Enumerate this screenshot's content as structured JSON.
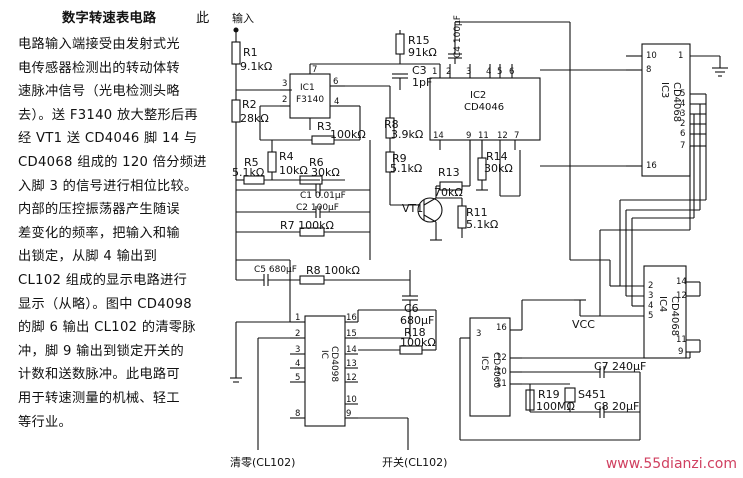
{
  "description": {
    "title": "数字转速表电路",
    "lines": [
      "电路输入端接受由发射式光",
      "电传感器检测出的转动体转",
      "速脉冲信号（光电检测头略",
      "去）。送 F3140 放大整形后再",
      "经 VT1 送 CD4046 脚 14 与",
      "CD4068 组成的 120 倍分频进",
      "入脚 3 的信号进行相位比较。",
      "内部的压控振荡器产生随误",
      "差变化的频率，把输入和输",
      "出锁定，从脚 4 输出到",
      "CL102 组成的显示电路进行",
      "显示（从略）。图中 CD4098",
      "的脚 6 输出 CL102 的清零脉",
      "冲，脚 9 输出到锁定开关的",
      "计数和送数脉冲。此电路可",
      "用于转速测量的机械、轻工",
      "等行业。"
    ],
    "title_suffix": "此",
    "input_label": "输入"
  },
  "components": {
    "r1": "R1",
    "r1v": "9.1kΩ",
    "r2": "R2",
    "r2v": "28kΩ",
    "r3": "R3",
    "r3v": "100kΩ",
    "r4": "R4",
    "r4v": "10kΩ",
    "r5": "R5",
    "r5v": "5.1kΩ",
    "r6": "R6",
    "r6v": "30kΩ",
    "r7": "R7 100kΩ",
    "r8": "R8 100kΩ",
    "r9": "R9",
    "r9v": "5.1kΩ",
    "r8b": "R8",
    "r8bv": "3.9kΩ",
    "r11": "R11",
    "r11v": "5.1kΩ",
    "r13": "R13",
    "r13v": "70kΩ",
    "r14": "R14",
    "r14v": "30kΩ",
    "r15": "R15",
    "r15v": "91kΩ",
    "r18": "R18",
    "r18v": "100kΩ",
    "r19": "R19",
    "r19v": "100MΩ",
    "c1": "C1 0.01μF",
    "c2": "C2 100μF",
    "c3": "C3",
    "c3v": "1pF",
    "c4": "C4 100μF",
    "c5": "C5 680μF",
    "c6": "C6",
    "c6v": "680μF",
    "c7": "C7",
    "c7v": "240μF",
    "c8": "C8",
    "c8v": "20μF",
    "vt1": "VT1",
    "xtal": "S451",
    "vcc": "VCC",
    "ic1": "IC1",
    "ic1n": "F3140",
    "ic2": "IC2",
    "ic2n": "CD4046",
    "ic3": "IC3",
    "ic3n": "CD4068",
    "ic4": "IC4",
    "ic4n": "CD4068",
    "ic5": "IC5",
    "ic5n": "CD4060",
    "icd": "IC",
    "icdn": "CD4098",
    "out_clear": "清零(CL102)",
    "out_switch": "开关(CL102)"
  },
  "watermark": "www.55dianzi.com"
}
